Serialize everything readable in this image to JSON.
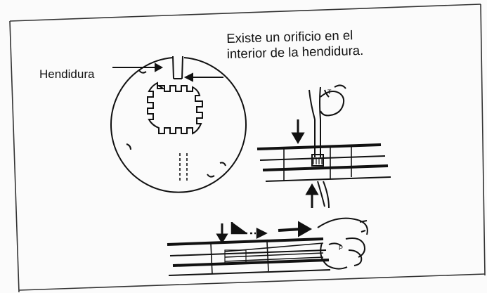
{
  "figure": {
    "labels": {
      "slit": "Hendidura",
      "hole_line1": "Existe un orificio en el",
      "hole_line2": "interior de la hendidura."
    },
    "colors": {
      "ink": "#111111",
      "paper": "#fbfbfb",
      "frame": "#333333"
    }
  }
}
